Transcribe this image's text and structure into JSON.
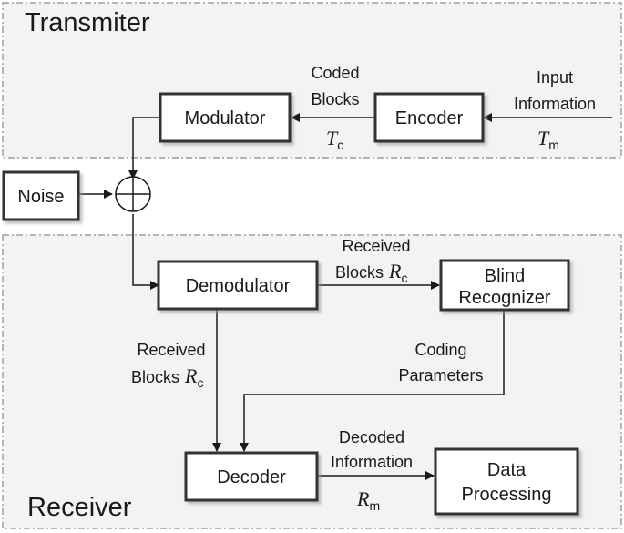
{
  "regions": {
    "transmitter": "Transmiter",
    "receiver": "Receiver"
  },
  "blocks": {
    "modulator": "Modulator",
    "encoder": "Encoder",
    "noise": "Noise",
    "demodulator": "Demodulator",
    "blind_recognizer_line1": "Blind",
    "blind_recognizer_line2": "Recognizer",
    "decoder": "Decoder",
    "data_processing_line1": "Data",
    "data_processing_line2": "Processing"
  },
  "labels": {
    "input_info_line1": "Input",
    "input_info_line2": "Information",
    "input_var": "T",
    "input_sub": "m",
    "coded_line1": "Coded",
    "coded_line2": "Blocks",
    "coded_var": "T",
    "coded_sub": "c",
    "received_right_line1": "Received",
    "received_right_line2": "Blocks",
    "received_right_var": "R",
    "received_right_sub": "c",
    "received_left_line1": "Received",
    "received_left_line2": "Blocks",
    "received_left_var": "R",
    "received_left_sub": "c",
    "coding_params_line1": "Coding",
    "coding_params_line2": "Parameters",
    "decoded_line1": "Decoded",
    "decoded_line2": "Information",
    "decoded_var": "R",
    "decoded_sub": "m"
  }
}
